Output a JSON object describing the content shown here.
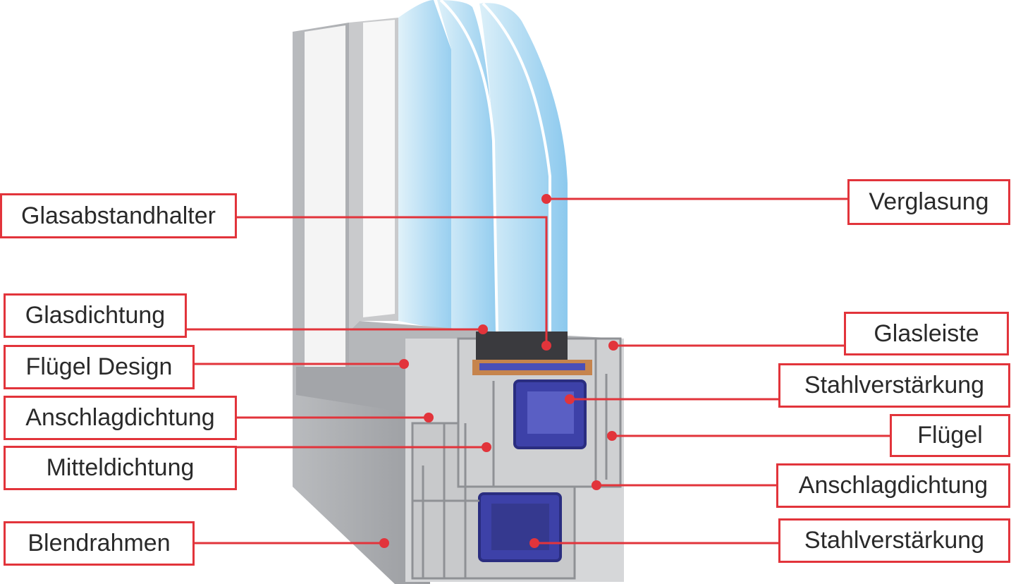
{
  "colors": {
    "accent": "#e2343b",
    "frame": "#a7a9ad",
    "glass": "#9fd2f0",
    "steel": "#3b3f9c"
  },
  "labels_left": [
    {
      "id": "glasabstandhalter",
      "text": "Glasabstandhalter"
    },
    {
      "id": "glasdichtung",
      "text": "Glasdichtung"
    },
    {
      "id": "fluegel-design",
      "text": "Flügel Design"
    },
    {
      "id": "anschlagdichtung-left",
      "text": "Anschlagdichtung"
    },
    {
      "id": "mitteldichtung",
      "text": "Mitteldichtung"
    },
    {
      "id": "blendrahmen",
      "text": "Blendrahmen"
    }
  ],
  "labels_right": [
    {
      "id": "verglasung",
      "text": "Verglasung"
    },
    {
      "id": "glasleiste",
      "text": "Glasleiste"
    },
    {
      "id": "stahlverstaerkung-top",
      "text": "Stahlverstärkung"
    },
    {
      "id": "fluegel",
      "text": "Flügel"
    },
    {
      "id": "anschlagdichtung-right",
      "text": "Anschlagdichtung"
    },
    {
      "id": "stahlverstaerkung-bottom",
      "text": "Stahlverstärkung"
    }
  ]
}
